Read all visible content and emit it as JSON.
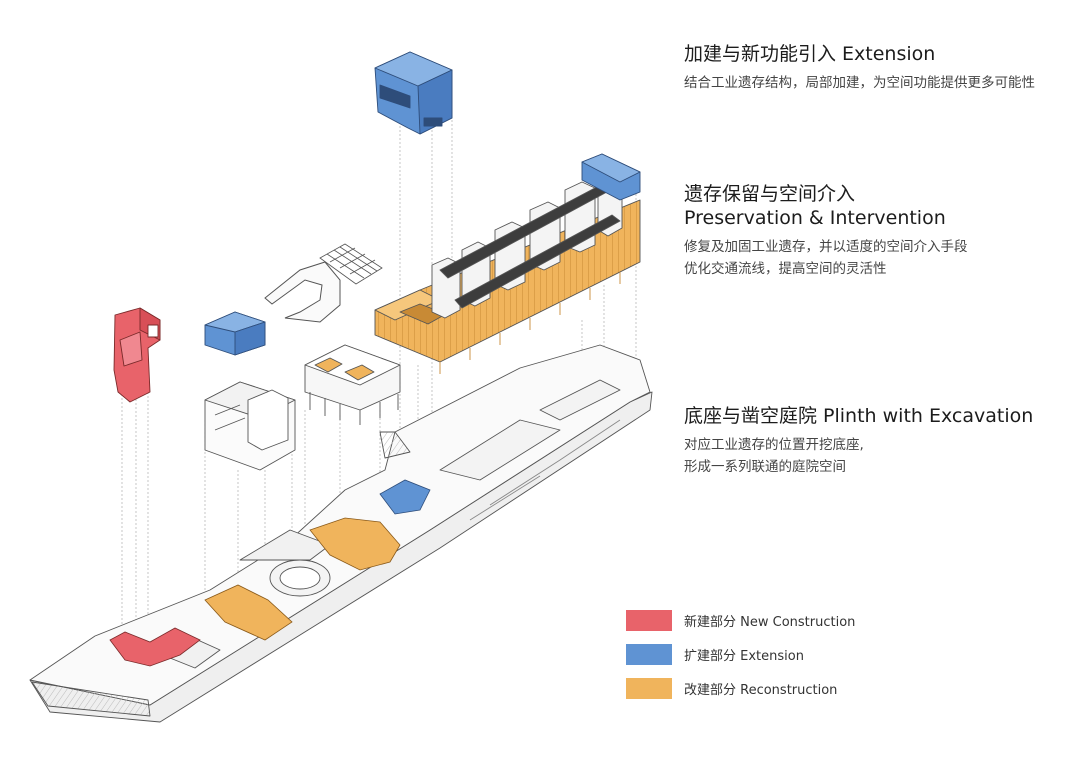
{
  "sections": [
    {
      "title": "加建与新功能引入 Extension",
      "lines": [
        "结合工业遗存结构，局部加建，为空间功能提供更多可能性"
      ]
    },
    {
      "title_zh": "遗存保留与空间介入",
      "title_en": "Preservation & Intervention",
      "lines": [
        "修复及加固工业遗存，并以适度的空间介入手段",
        "优化交通流线，提高空间的灵活性"
      ]
    },
    {
      "title": "底座与凿空庭院 Plinth with Excavation",
      "lines": [
        "对应工业遗存的位置开挖底座,",
        "形成一系列联通的庭院空间"
      ]
    }
  ],
  "legend": [
    {
      "label": "新建部分 New Construction",
      "color": "#e8636a"
    },
    {
      "label": "扩建部分 Extension",
      "color": "#5f93d3"
    },
    {
      "label": "改建部分 Reconstruction",
      "color": "#f0b45c"
    }
  ],
  "colors": {
    "new": "#e8636a",
    "extension": "#5f93d3",
    "reconstruction": "#f0b45c",
    "line": "#555555"
  }
}
